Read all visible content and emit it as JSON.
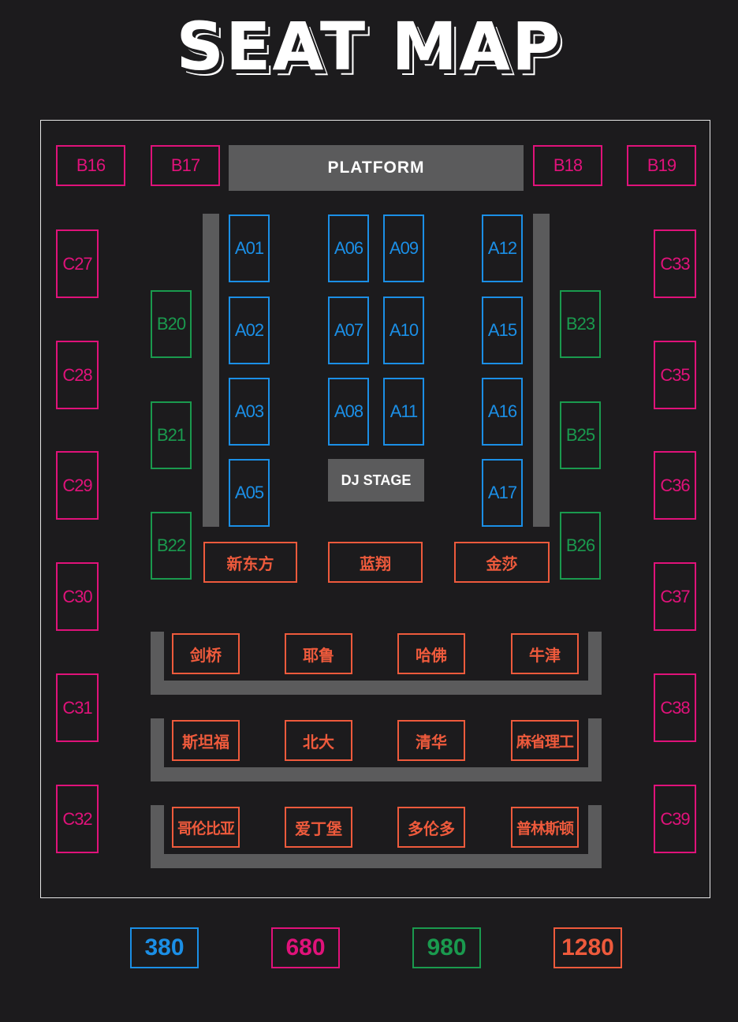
{
  "title": "SEAT MAP",
  "platform": "PLATFORM",
  "dj_stage": "DJ STAGE",
  "colors": {
    "blue": "#1b8fe6",
    "pink": "#e0127a",
    "green": "#1a9a4e",
    "orange": "#ee5a3c"
  },
  "top_booths": {
    "b16": "B16",
    "b17": "B17",
    "b18": "B18",
    "b19": "B19"
  },
  "c_left": {
    "c27": "C27",
    "c28": "C28",
    "c29": "C29",
    "c30": "C30",
    "c31": "C31",
    "c32": "C32"
  },
  "c_right": {
    "c33": "C33",
    "c35": "C35",
    "c36": "C36",
    "c37": "C37",
    "c38": "C38",
    "c39": "C39"
  },
  "b_left": {
    "b20": "B20",
    "b21": "B21",
    "b22": "B22"
  },
  "b_right": {
    "b23": "B23",
    "b25": "B25",
    "b26": "B26"
  },
  "a_seats": {
    "a01": "A01",
    "a02": "A02",
    "a03": "A03",
    "a05": "A05",
    "a06": "A06",
    "a07": "A07",
    "a08": "A08",
    "a09": "A09",
    "a10": "A10",
    "a11": "A11",
    "a12": "A12",
    "a15": "A15",
    "a16": "A16",
    "a17": "A17"
  },
  "front_row": {
    "xindongfang": "新东方",
    "lanxiang": "蓝翔",
    "jinsha": "金莎"
  },
  "row1": {
    "jianqiao": "剑桥",
    "yelu": "耶鲁",
    "hafo": "哈佛",
    "niujin": "牛津"
  },
  "row2": {
    "sitanfu": "斯坦福",
    "beida": "北大",
    "qinghua": "清华",
    "mashenglitong": "麻省理工"
  },
  "row3": {
    "gelunbiya": "哥伦比亚",
    "aidingbao": "爱丁堡",
    "duolunduo": "多伦多",
    "pulinsidun": "普林斯顿"
  },
  "legend": {
    "blue_price": "380",
    "pink_price": "680",
    "green_price": "980",
    "orange_price": "1280"
  }
}
